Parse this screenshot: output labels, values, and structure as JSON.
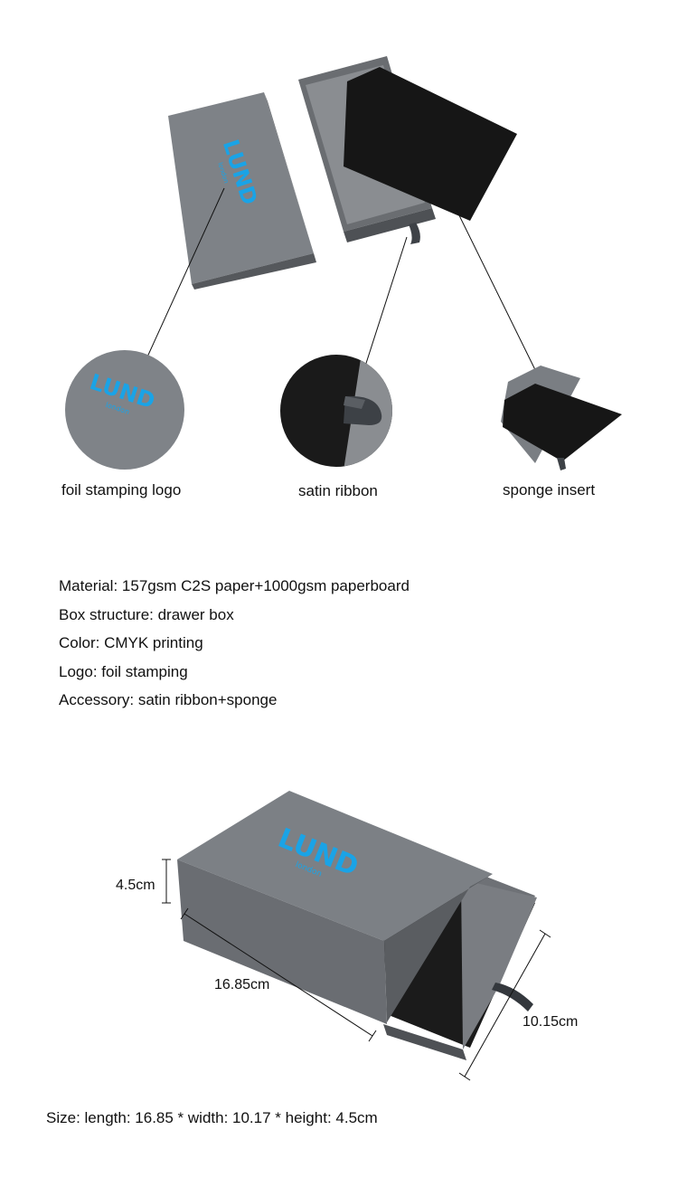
{
  "colors": {
    "box_grey": "#7d8186",
    "box_dark": "#5d6065",
    "foil_blue": "#1aa3e6",
    "sponge_black": "#151515"
  },
  "logo": {
    "brand": "LUND",
    "sub": "london"
  },
  "callouts": [
    {
      "label": "foil stamping logo",
      "icon": "foil-logo-zoom"
    },
    {
      "label": "satin ribbon",
      "icon": "ribbon-zoom"
    },
    {
      "label": "sponge insert",
      "icon": "sponge-zoom"
    }
  ],
  "specs": [
    "Material: 157gsm C2S paper+1000gsm paperboard",
    "Box structure: drawer box",
    "Color: CMYK printing",
    "Logo: foil stamping",
    "Accessory: satin ribbon+sponge"
  ],
  "dimensions": {
    "height": "4.5cm",
    "length": "16.85cm",
    "width": "10.15cm"
  },
  "size_line": "Size: length: 16.85 * width: 10.17 * height: 4.5cm"
}
